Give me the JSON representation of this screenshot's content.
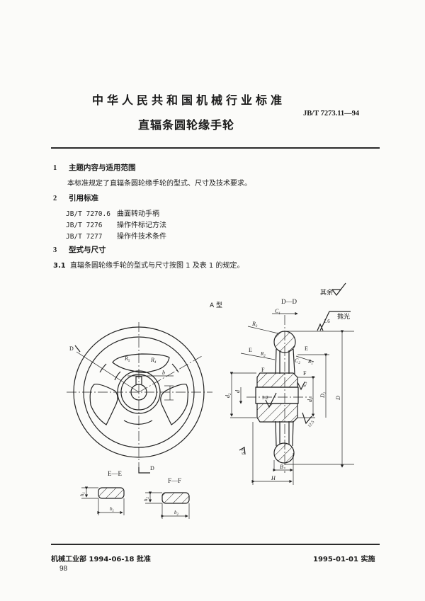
{
  "header": {
    "organization": "中华人民共和国机械行业标准",
    "standard_number": "JB/T 7273.11—94",
    "title": "直辐条圆轮缘手轮"
  },
  "sections": [
    {
      "number": "1",
      "heading": "主题内容与适用范围",
      "body": "本标准规定了直辐条圆轮缘手轮的型式、尺寸及技术要求。"
    },
    {
      "number": "2",
      "heading": "引用标准",
      "references": [
        {
          "code": "JB/T 7270.6",
          "title": "曲面转动手柄"
        },
        {
          "code": "JB/T 7276",
          "title": "操作件标记方法"
        },
        {
          "code": "JB/T 7277",
          "title": "操作件技术条件"
        }
      ]
    },
    {
      "number": "3",
      "heading": "型式与尺寸"
    },
    {
      "number": "3.1",
      "body": "直辐条圆轮缘手轮的型式与尺寸按图 1 及表 1 的规定。"
    }
  ],
  "figure": {
    "type_label": "A 型",
    "remaining_roughness_label": "其余",
    "polish_label": "抛光",
    "polish_roughness": "1.6",
    "section_labels": {
      "dd": "D—D",
      "ee": "E—E",
      "ff": "F—F",
      "d_cut": "D",
      "e_cut": "E",
      "f_cut": "F"
    },
    "dimension_labels": {
      "r1": "R1",
      "r2": "R2",
      "r3": "R3",
      "r4": "R4",
      "r5": "R5",
      "b": "b",
      "b1": "b1",
      "b2": "b2",
      "h1": "h1",
      "h2": "h2",
      "c1": "C1",
      "c2": "C2",
      "d": "d",
      "d1": "d1",
      "d2": "d2",
      "D": "D",
      "D1": "D1",
      "B": "B",
      "H": "H"
    },
    "roughness_values": [
      "3.2",
      "6.3",
      "6.3",
      "12.5"
    ]
  },
  "footer": {
    "approval": "机械工业部 1994-06-18 批准",
    "implementation": "1995-01-01 实施",
    "page_number": "98"
  }
}
